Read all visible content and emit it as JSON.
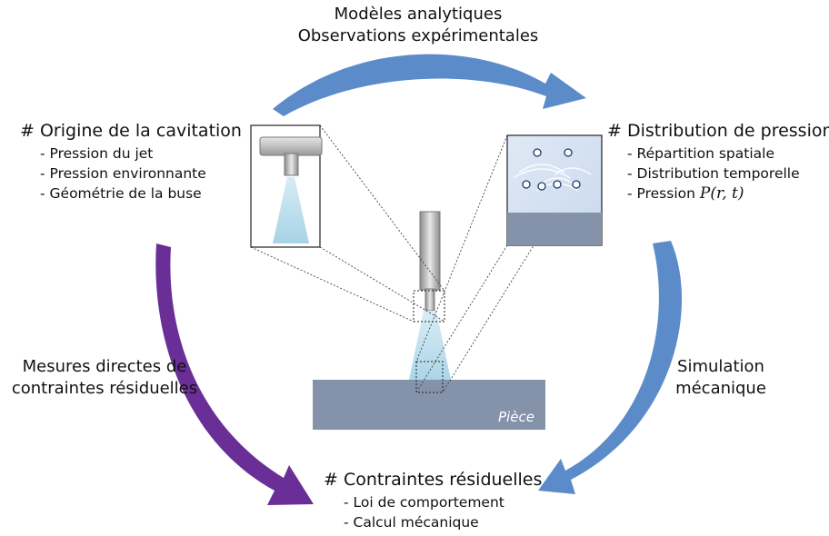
{
  "top": {
    "line1": "Modèles analytiques",
    "line2": "Observations expérimentales"
  },
  "left_block": {
    "title": "# Origine de la cavitation",
    "items": [
      "- Pression du jet",
      "- Pression environnante",
      "- Géométrie de la buse"
    ]
  },
  "right_block": {
    "title": "# Distribution de pression",
    "items": [
      "- Répartition spatiale",
      "- Distribution temporelle"
    ],
    "pressure_prefix": "- Pression",
    "pressure_formula": "P(r, t)"
  },
  "left_arrow_label": {
    "line1": "Mesures directes de",
    "line2": "contraintes résiduelles"
  },
  "right_arrow_label": {
    "line1": "Simulation",
    "line2": "mécanique"
  },
  "bottom_block": {
    "title": "# Contraintes résiduelles",
    "items": [
      "- Loi de comportement",
      "- Calcul mécanique"
    ]
  },
  "piece_label": "Pièce",
  "colors": {
    "blue_arrow": "#5b8cc9",
    "purple_arrow": "#6a2f96",
    "piece": "#8593aa",
    "nozzle": "#b8b8b8",
    "jet": "#bcdcec"
  }
}
